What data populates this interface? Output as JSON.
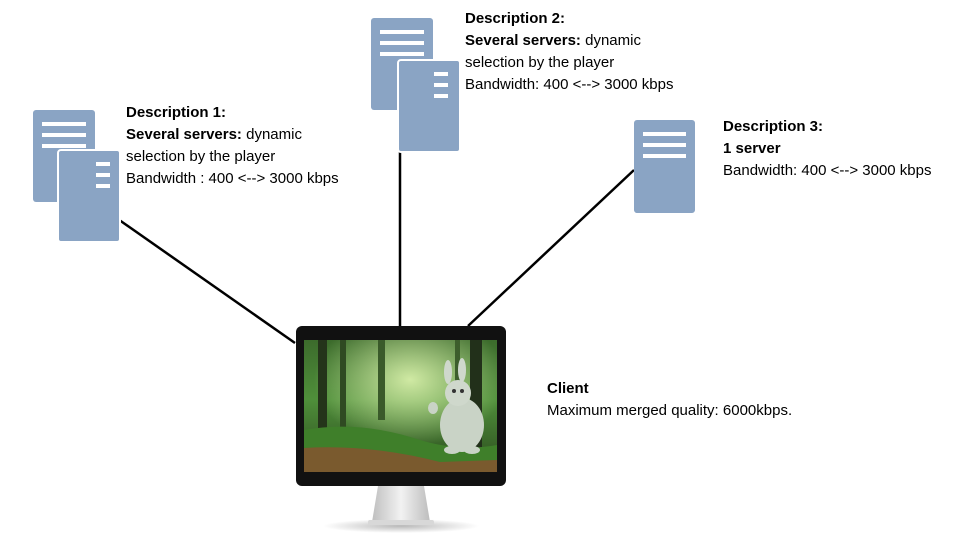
{
  "descriptions": [
    {
      "title": "Description 1:",
      "bold": "Several servers:",
      "rest": " dynamic",
      "line3": "selection by the player",
      "bandwidth": "Bandwidth : 400 <--> 3000 kbps"
    },
    {
      "title": "Description 2:",
      "bold": "Several servers:",
      "rest": " dynamic",
      "line3": "selection by the player",
      "bandwidth": "Bandwidth: 400 <--> 3000 kbps"
    },
    {
      "title": "Description 3:",
      "bold": "1 server",
      "rest": "",
      "bandwidth": "Bandwidth: 400 <--> 3000 kbps"
    }
  ],
  "client": {
    "title": "Client",
    "quality": "Maximum merged quality: 6000kbps."
  },
  "colors": {
    "server": "#8aa4c4",
    "server_line": "#ffffff",
    "link": "#000000"
  }
}
